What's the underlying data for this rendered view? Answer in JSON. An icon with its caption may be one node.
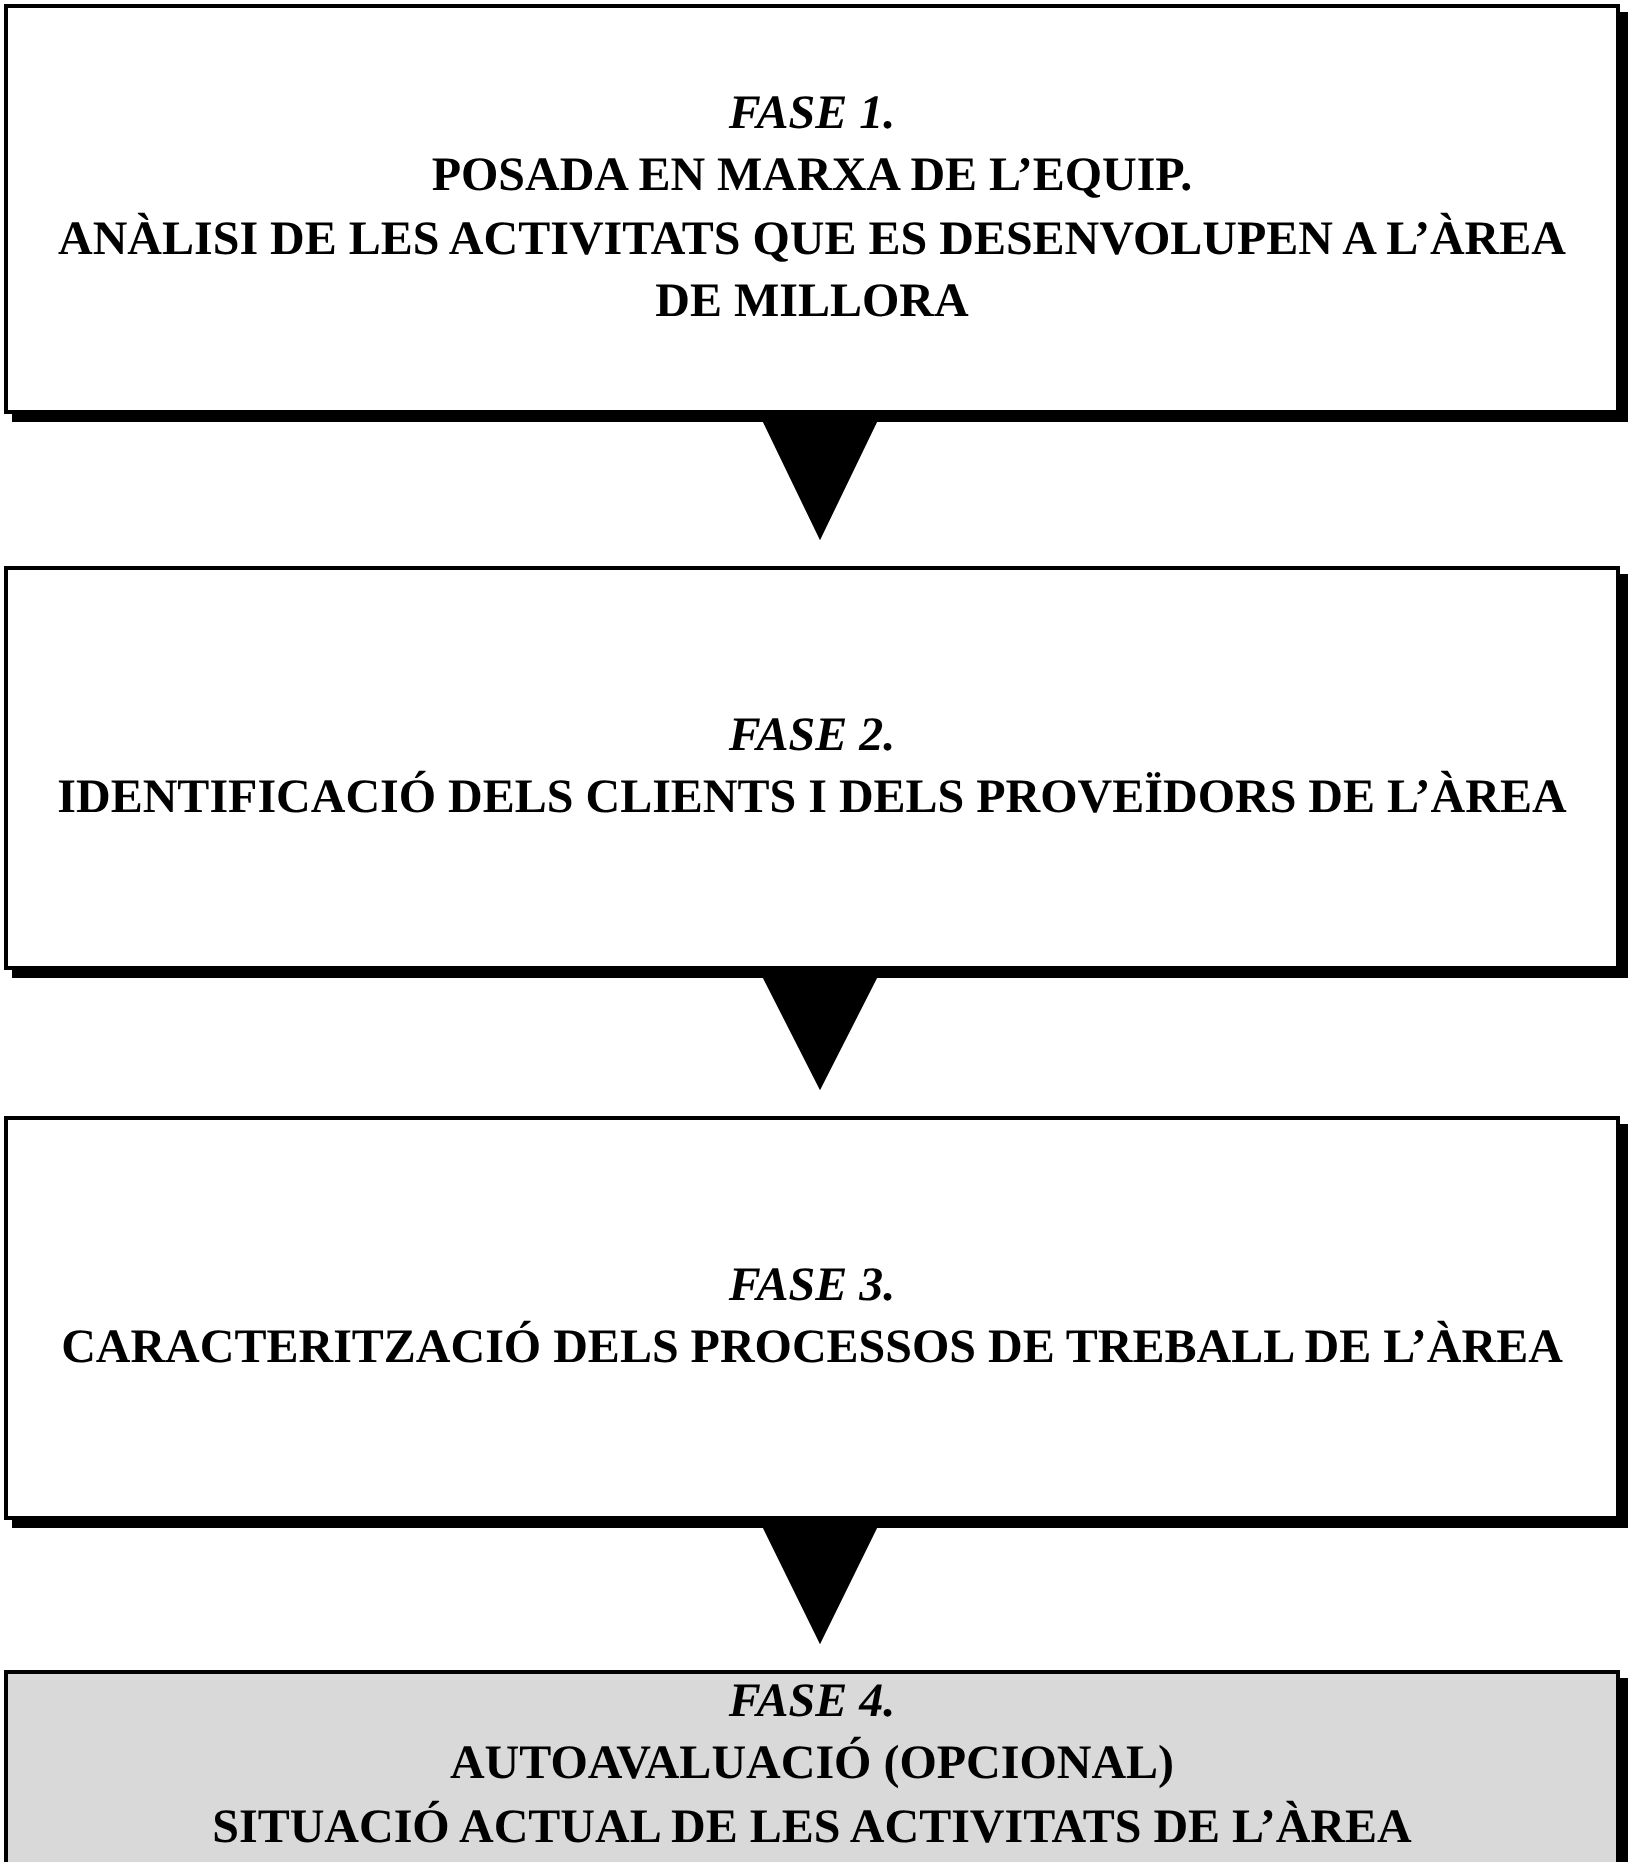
{
  "diagram": {
    "nodes": [
      {
        "text": [
          "FASE 1.",
          "POSADA EN MARXA DE L’EQUIP.",
          "ANÀLISI DE LES ACTIVITATS QUE ES DESENVOLUPEN A L’ÀREA DE MILLORA"
        ]
      },
      {
        "text": [
          "FASE 2.",
          "IDENTIFICACIÓ DELS CLIENTS I DELS PROVEÏDORS DE L’ÀREA"
        ]
      },
      {
        "text": [
          "FASE 3.",
          "CARACTERITZACIÓ DELS PROCESSOS DE TREBALL DE L’ÀREA"
        ]
      },
      {
        "text": [
          "FASE 4.",
          "AUTOAVALUACIÓ (OPCIONAL)",
          "SITUACIÓ ACTUAL DE LES ACTIVITATS DE L’ÀREA"
        ]
      }
    ],
    "edges": [
      {
        "from": 0,
        "to": 1,
        "arrow": "to"
      },
      {
        "from": 1,
        "to": 2,
        "arrow": "to"
      },
      {
        "from": 2,
        "to": 3,
        "arrow": "to"
      }
    ]
  }
}
